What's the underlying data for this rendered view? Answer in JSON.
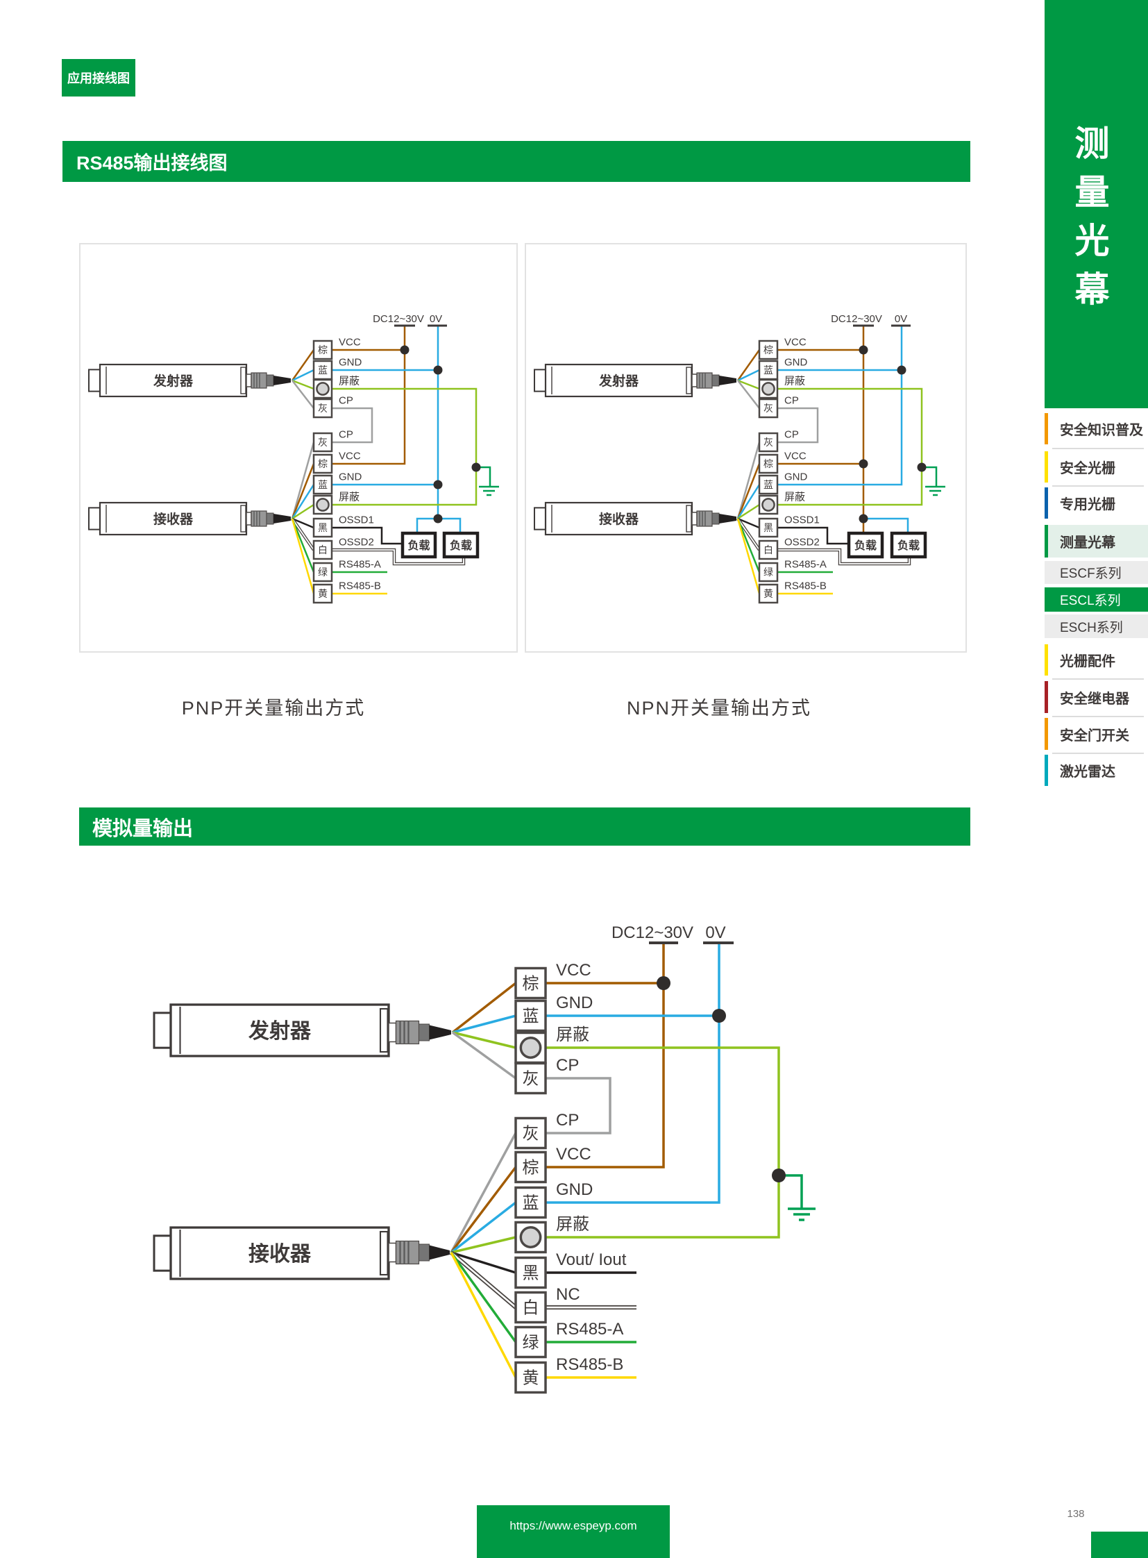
{
  "header": {
    "app_badge": "应用接线图"
  },
  "sections": {
    "rs485_title": "RS485输出接线图",
    "analog_title": "模拟量输出"
  },
  "captions": {
    "pnp": "PNP开关量输出方式",
    "npn": "NPN开关量输出方式"
  },
  "diagram_labels": {
    "dc": "DC12~30V",
    "zero": "0V",
    "emitter": "发射器",
    "receiver": "接收器",
    "load": "负载"
  },
  "diagrams": {
    "pnp": {
      "emitter_pins": [
        {
          "pin": "棕",
          "signal": "VCC",
          "color": "brown"
        },
        {
          "pin": "蓝",
          "signal": "GND",
          "color": "blue"
        },
        {
          "pin": "shield-circle",
          "signal": "屏蔽",
          "color": "shield"
        },
        {
          "pin": "灰",
          "signal": "CP",
          "color": "gray"
        }
      ],
      "receiver_pins": [
        {
          "pin": "灰",
          "signal": "CP",
          "color": "gray"
        },
        {
          "pin": "棕",
          "signal": "VCC",
          "color": "brown"
        },
        {
          "pin": "蓝",
          "signal": "GND",
          "color": "blue"
        },
        {
          "pin": "shield-circle",
          "signal": "屏蔽",
          "color": "shield"
        },
        {
          "pin": "黑",
          "signal": "OSSD1",
          "color": "black"
        },
        {
          "pin": "白",
          "signal": "OSSD2",
          "color": "white"
        },
        {
          "pin": "绿",
          "signal": "RS485-A",
          "color": "green"
        },
        {
          "pin": "黄",
          "signal": "RS485-B",
          "color": "yellow"
        }
      ]
    },
    "npn": {
      "emitter_pins": [
        {
          "pin": "棕",
          "signal": "VCC",
          "color": "brown"
        },
        {
          "pin": "蓝",
          "signal": "GND",
          "color": "blue"
        },
        {
          "pin": "shield-circle",
          "signal": "屏蔽",
          "color": "shield"
        },
        {
          "pin": "灰",
          "signal": "CP",
          "color": "gray"
        }
      ],
      "receiver_pins": [
        {
          "pin": "灰",
          "signal": "CP",
          "color": "gray"
        },
        {
          "pin": "棕",
          "signal": "VCC",
          "color": "brown"
        },
        {
          "pin": "蓝",
          "signal": "GND",
          "color": "blue"
        },
        {
          "pin": "shield-circle",
          "signal": "屏蔽",
          "color": "shield"
        },
        {
          "pin": "黑",
          "signal": "OSSD1",
          "color": "black"
        },
        {
          "pin": "白",
          "signal": "OSSD2",
          "color": "white"
        },
        {
          "pin": "绿",
          "signal": "RS485-A",
          "color": "green"
        },
        {
          "pin": "黄",
          "signal": "RS485-B",
          "color": "yellow"
        }
      ]
    },
    "analog": {
      "emitter_pins": [
        {
          "pin": "棕",
          "signal": "VCC",
          "color": "brown"
        },
        {
          "pin": "蓝",
          "signal": "GND",
          "color": "blue"
        },
        {
          "pin": "shield-circle",
          "signal": "屏蔽",
          "color": "shield"
        },
        {
          "pin": "灰",
          "signal": "CP",
          "color": "gray"
        }
      ],
      "receiver_pins": [
        {
          "pin": "灰",
          "signal": "CP",
          "color": "gray"
        },
        {
          "pin": "棕",
          "signal": "VCC",
          "color": "brown"
        },
        {
          "pin": "蓝",
          "signal": "GND",
          "color": "blue"
        },
        {
          "pin": "shield-circle",
          "signal": "屏蔽",
          "color": "shield"
        },
        {
          "pin": "黑",
          "signal": "Vout/ Iout",
          "color": "black"
        },
        {
          "pin": "白",
          "signal": "NC",
          "color": "white"
        },
        {
          "pin": "绿",
          "signal": "RS485-A",
          "color": "green"
        },
        {
          "pin": "黄",
          "signal": "RS485-B",
          "color": "yellow"
        }
      ]
    }
  },
  "sidebar": {
    "title_chars": [
      "测",
      "量",
      "光",
      "幕"
    ],
    "items": [
      {
        "label": "安全知识普及",
        "type": "major",
        "bar_color": "#F39800"
      },
      {
        "label": "安全光栅",
        "type": "major",
        "bar_color": "#FFE100"
      },
      {
        "label": "专用光栅",
        "type": "major",
        "bar_color": "#0B62AD"
      },
      {
        "label": "测量光幕",
        "type": "major-active",
        "bar_color": "#009944"
      },
      {
        "label": "ESCF系列",
        "type": "sub"
      },
      {
        "label": "ESCL系列",
        "type": "sub-active"
      },
      {
        "label": "ESCH系列",
        "type": "sub"
      },
      {
        "label": "光栅配件",
        "type": "major",
        "bar_color": "#FFE100"
      },
      {
        "label": "安全继电器",
        "type": "major",
        "bar_color": "#A72126"
      },
      {
        "label": "安全门开关",
        "type": "major",
        "bar_color": "#F39800"
      },
      {
        "label": "激光雷达",
        "type": "major",
        "bar_color": "#00A9BC"
      }
    ]
  },
  "footer": {
    "url": "https://www.espeyp.com",
    "page_number": "138"
  },
  "colors": {
    "brand_green": "#009944",
    "active_sub_bg": "#009944",
    "active_major_bg": "#E3F0E9",
    "sub_item_bg": "#ECECEC",
    "text_dark": "#3E3A39",
    "wire_brown": "#A25B00",
    "wire_blue": "#29ABE2",
    "wire_shield": "#8FC31F",
    "wire_gray": "#9FA0A0",
    "wire_black": "#221F1F",
    "wire_white_outline": "#4A4542",
    "wire_green": "#22AC38",
    "wire_yellow": "#FFD800",
    "ground_green": "#00A053",
    "dot": "#302D2C",
    "pin_box_border": "#4C4846"
  }
}
